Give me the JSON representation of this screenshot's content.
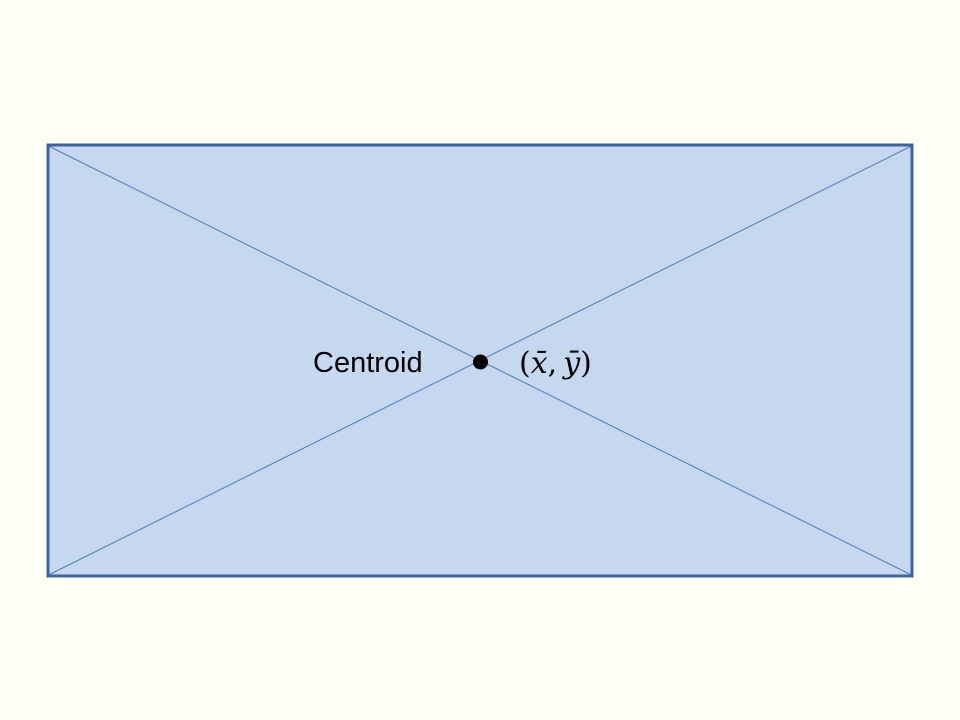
{
  "diagram": {
    "colors": {
      "background": "#fffff6",
      "rect_fill": "#c5d8ef",
      "rect_stroke": "#3c64a0",
      "diagonal_stroke": "#4a7cc4",
      "point_fill": "#000000"
    },
    "label": "Centroid",
    "coordinate": {
      "open": "(",
      "x_var": "x̄",
      "separator": ",",
      "y_var": "ȳ",
      "close": ")"
    }
  }
}
